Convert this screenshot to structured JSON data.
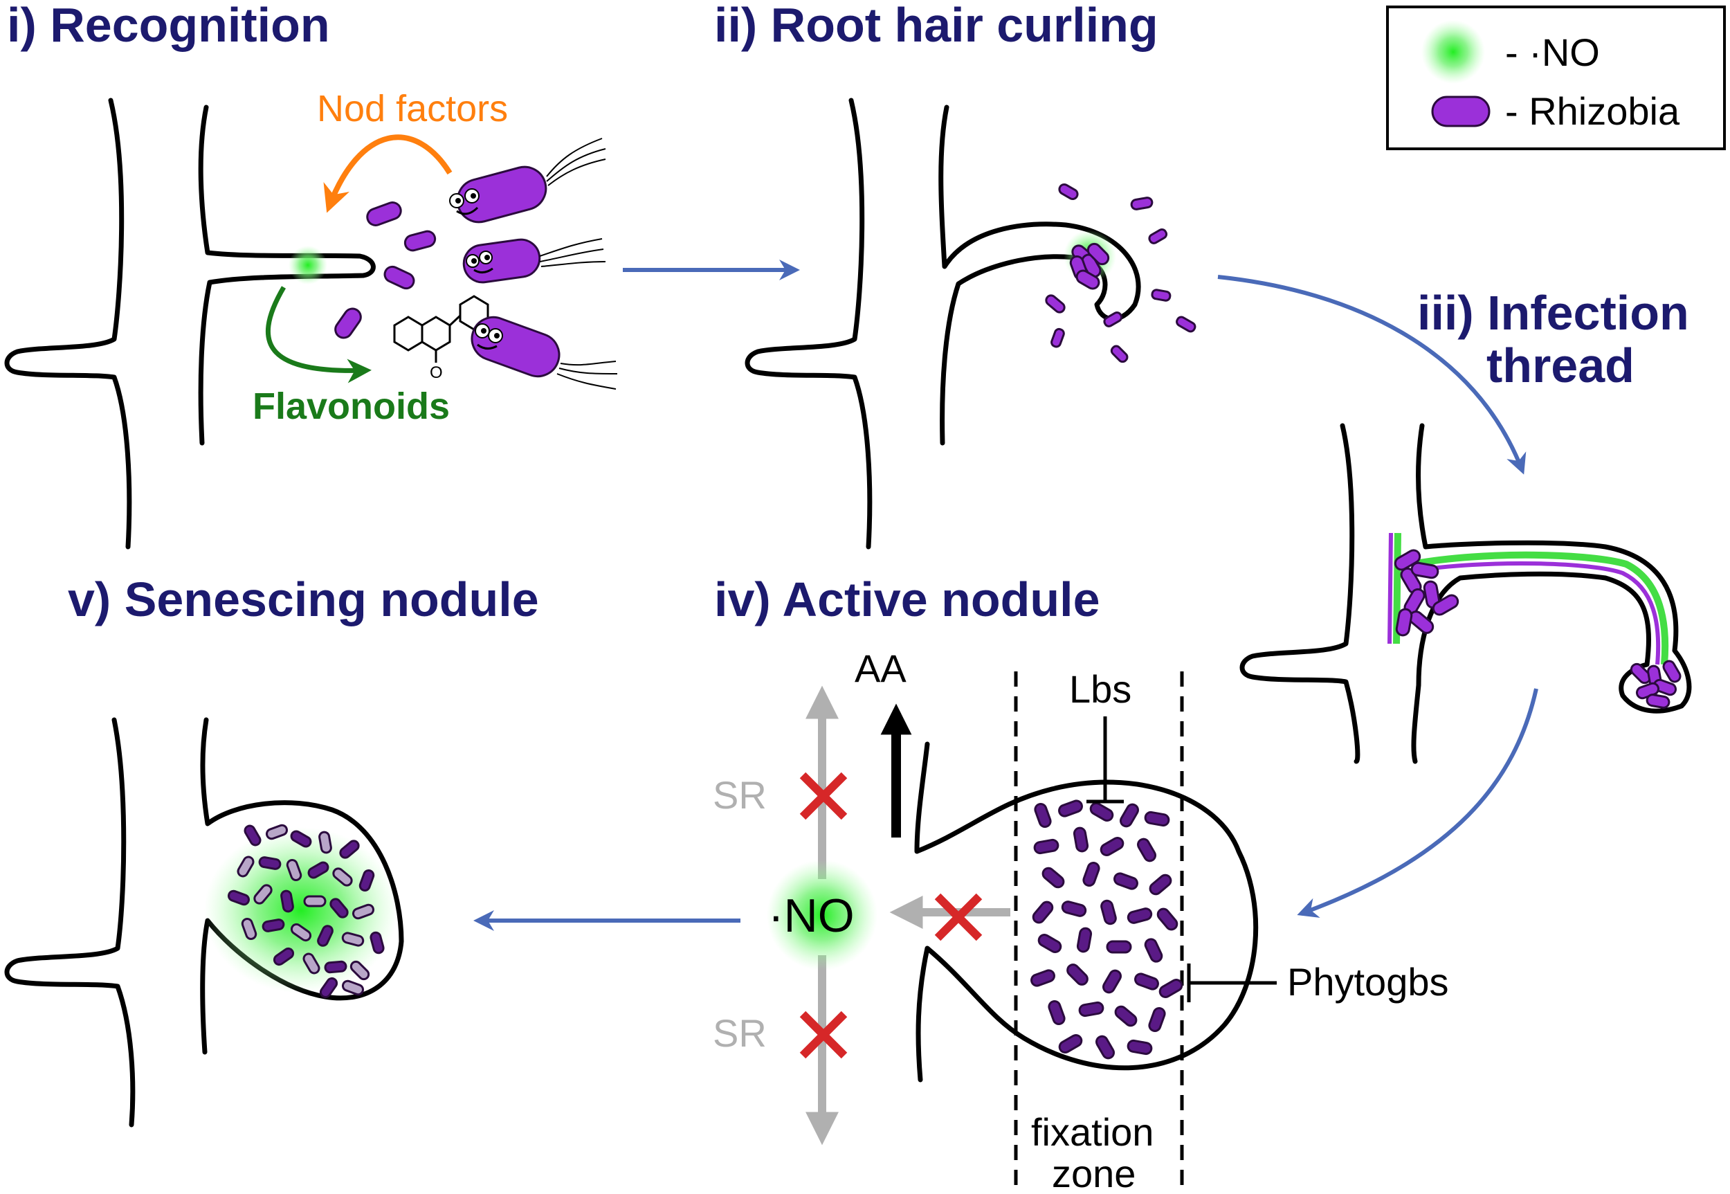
{
  "panels": {
    "recognition": "i) Recognition",
    "curling": "ii) Root hair curling",
    "infection_line1": "iii) Infection",
    "infection_line2": "thread",
    "active": "iv) Active nodule",
    "senescing": "v) Senescing nodule"
  },
  "legend": {
    "no_label": "- ·NO",
    "rhizobia_label": "- Rhizobia"
  },
  "labels": {
    "nod_factors": "Nod factors",
    "flavonoids": "Flavonoids",
    "aa": "AA",
    "sr_top": "SR",
    "sr_bottom": "SR",
    "no_center": "·NO",
    "lbs": "Lbs",
    "phytogbs": "Phytogbs",
    "fixation_line1": "fixation",
    "fixation_line2": "zone"
  },
  "colors": {
    "title": "#1c1a6e",
    "nod_factors": "#ff7f0e",
    "flavonoids": "#1a7a1a",
    "process_arrow": "#4a6ab8",
    "rhizobia": "#9b30d9",
    "inhibition_x": "#d62728",
    "grey": "#b0b0b0",
    "no_glow": "#44ee44"
  }
}
